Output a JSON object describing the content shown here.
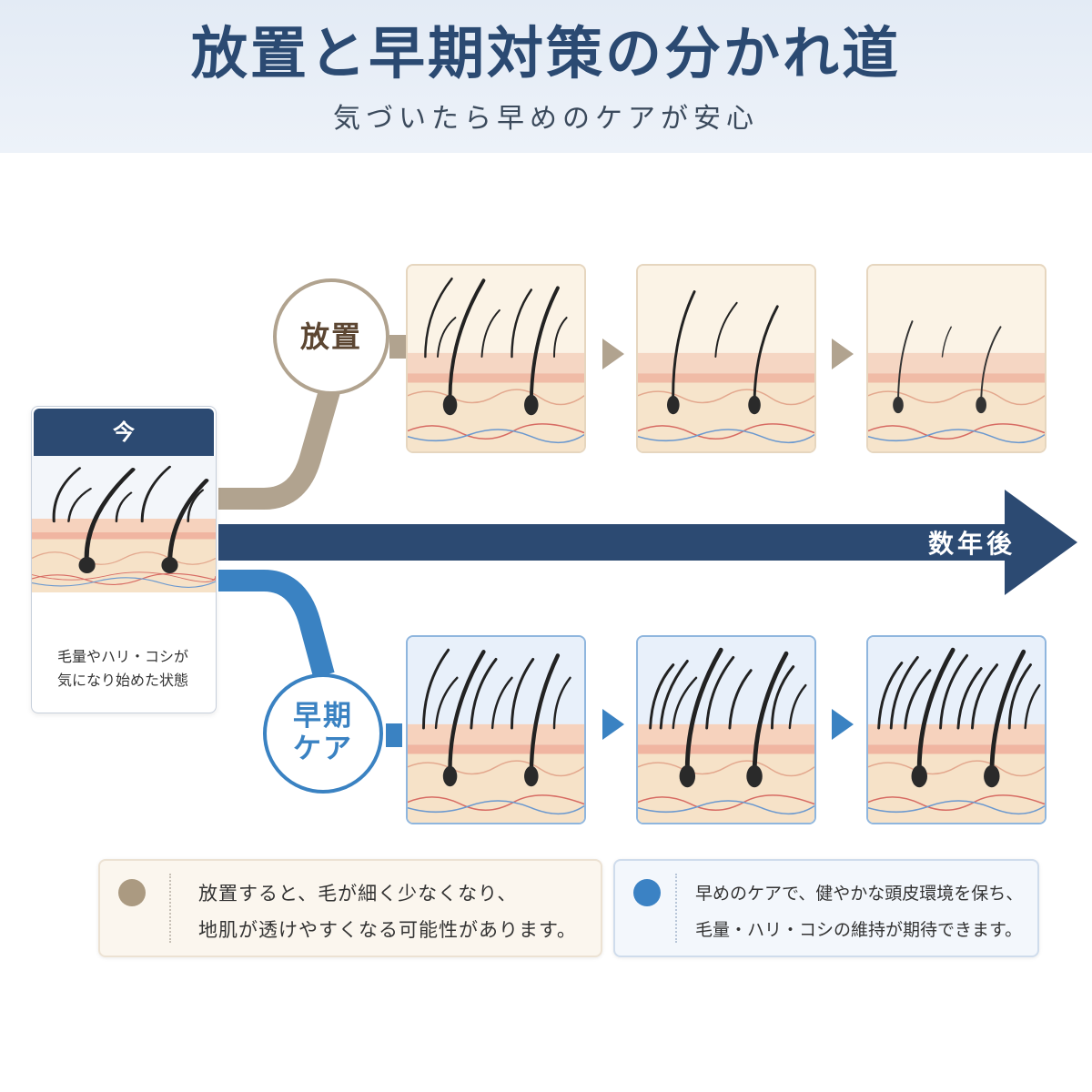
{
  "header": {
    "title": "放置と早期対策の分かれ道",
    "subtitle": "気づいたら早めのケアが安心"
  },
  "now": {
    "label": "今",
    "caption_line1": "毛量やハリ・コシが",
    "caption_line2": "気になり始めた状態"
  },
  "branches": {
    "neglect_label": "放置",
    "early_label_line1": "早期",
    "early_label_line2": "ケア"
  },
  "timeline": {
    "label": "数年後"
  },
  "notes": {
    "neglect_line1": "放置すると、毛が細く少なくなり、",
    "neglect_line2": "地肌が透けやすくなる可能性があります。",
    "early_line1": "早めのケアで、健やかな頭皮環境を保ち、",
    "early_line2": "毛量・ハリ・コシの維持が期待できます。"
  },
  "colors": {
    "navy": "#2c4a72",
    "tan": "#b1a38f",
    "blue": "#3a82c2",
    "skin": "#f5c9b4",
    "dermis": "#f5dfc3"
  }
}
